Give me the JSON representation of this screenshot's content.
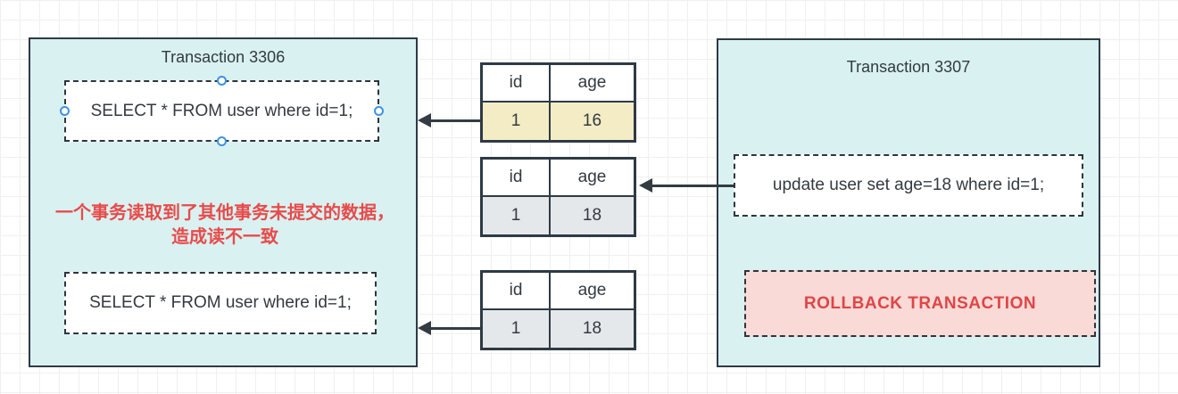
{
  "left_box": {
    "title": "Transaction 3306",
    "select1": "SELECT * FROM user where id=1;",
    "note": "一个事务读取到了其他事务未提交的数据，造成读不一致",
    "select2": "SELECT * FROM user where id=1;"
  },
  "right_box": {
    "title": "Transaction 3307",
    "update": "update user set age=18 where id=1;",
    "rollback": "ROLLBACK TRANSACTION"
  },
  "tables": [
    {
      "columns": [
        "id",
        "age"
      ],
      "row": [
        "1",
        "16"
      ],
      "row_color": "#f3ecc5"
    },
    {
      "columns": [
        "id",
        "age"
      ],
      "row": [
        "1",
        "18"
      ],
      "row_color": "#e5e8ea"
    },
    {
      "columns": [
        "id",
        "age"
      ],
      "row": [
        "1",
        "18"
      ],
      "row_color": "#e5e8ea"
    }
  ],
  "colors": {
    "transaction_box_fill": "#d9f1f1",
    "box_border": "#2e3a44",
    "note_red": "#e84b4b",
    "rollback_fill": "#f9dad7",
    "rollback_text": "#e04545",
    "selection_handle_blue": "#3c92e4",
    "yellow_row": "#f3ecc5",
    "gray_row": "#e5e8ea",
    "arrow": "#333c43"
  }
}
